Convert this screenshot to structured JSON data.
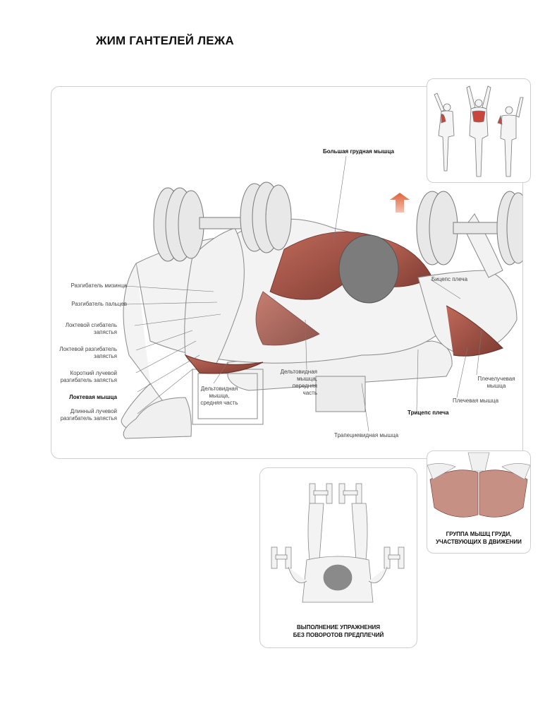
{
  "title": "ЖИМ ГАНТЕЛЕЙ ЛЕЖА",
  "labels": {
    "pectoralis_major": "Большая грудная мышца",
    "ext_digiti_minimi": "Разгибатель мизинца",
    "ext_digitorum": "Разгибатель пальцев",
    "flex_carpi_ulnaris_1": "Локтевой сгибатель",
    "flex_carpi_ulnaris_2": "запястья",
    "ext_carpi_ulnaris_1": "Локтевой разгибатель",
    "ext_carpi_ulnaris_2": "запястья",
    "ext_carpi_radialis_brevis_1": "Короткий лучевой",
    "ext_carpi_radialis_brevis_2": "разгибатель запястья",
    "anconeus": "Локтевая мышца",
    "ext_carpi_radialis_longus_1": "Длинный лучевой",
    "ext_carpi_radialis_longus_2": "разгибатель запястья",
    "deltoid_middle_1": "Дельтовидная",
    "deltoid_middle_2": "мышца,",
    "deltoid_middle_3": "средняя часть",
    "deltoid_front_1": "Дельтовидная",
    "deltoid_front_2": "мышца,",
    "deltoid_front_3": "передняя",
    "deltoid_front_4": "часть",
    "biceps": "Бицепс плеча",
    "brachioradialis_1": "Плечелучевая",
    "brachioradialis_2": "мышца",
    "brachialis": "Плечевая мышца",
    "triceps": "Трицепс плеча",
    "trapezius": "Трапециевидная мышца"
  },
  "captions": {
    "chest_1": "ГРУППА МЫШЦ ГРУДИ,",
    "chest_2": "УЧАСТВУЮЩИХ В ДВИЖЕНИИ",
    "demo_1": "ВЫПОЛНЕНИЕ УПРАЖНЕНИЯ",
    "demo_2": "БЕЗ ПОВОРОТОВ ПРЕДПЛЕЧИЙ"
  },
  "colors": {
    "muscle": "#a8574a",
    "muscle_dark": "#7d3a31",
    "arrow": "#e06a45",
    "sketch": "#8a8a8a",
    "highlight": "#c9463c"
  }
}
